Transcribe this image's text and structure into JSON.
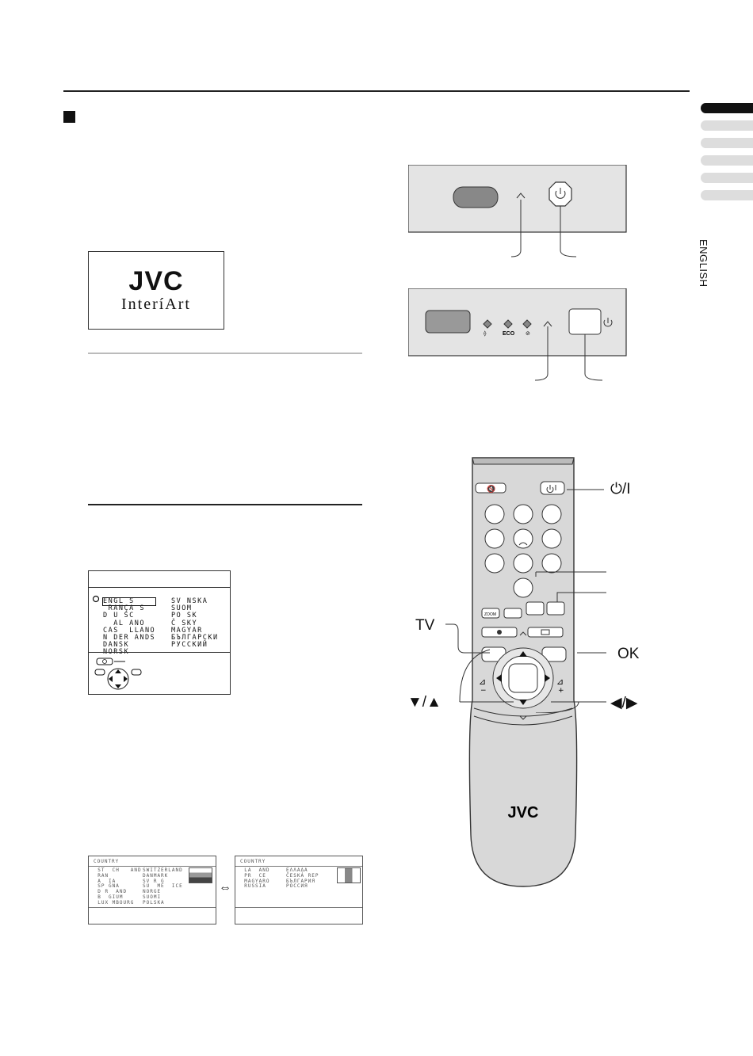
{
  "sidebar": {
    "tabs": [
      "",
      "",
      "",
      "",
      "",
      "",
      ""
    ],
    "active_index": 0,
    "language": "ENGLISH"
  },
  "logo_screen": {
    "brand": "JVC",
    "subtitle": "InteríArt"
  },
  "language_menu": {
    "col1": [
      "ENGL S ",
      " RANÇA S",
      "D U SC ",
      "  AL ANO",
      "CAS  LLANO",
      "N DER ANDS",
      "DANSK",
      "NORSK"
    ],
    "col2": [
      "SV NSKA",
      "SUOM",
      "PO SK",
      "Č SKY",
      "MAGYAR",
      "БЪЛГАРСКИ",
      "РУССКИЙ"
    ]
  },
  "country_menu_left": {
    "title": "COUNTRY",
    "col1": [
      "  ST  CH   AND",
      "  RAN  ",
      "  A  IA",
      "  SP GNA",
      "  D R  AND",
      "  B  GIUM",
      "  LUX MBOURG"
    ],
    "col2": [
      "SWITZERLAND",
      "DANMARK",
      "SV R G",
      "SU  ME  ICE",
      "NORGE",
      "SUOMI",
      "POLSKA"
    ]
  },
  "country_menu_right": {
    "title": "COUNTRY",
    "col1": [
      "  LA  AND",
      "  PR  CE",
      "  MAGYARO",
      "  RUSSIA"
    ],
    "col2": [
      "ΕΛΛΑΔΑ",
      "ČESKÁ REP",
      "БЪЛГАРИЯ",
      "РОССИЯ"
    ]
  },
  "remote": {
    "brand": "JVC",
    "labels": {
      "power": "⏻/I",
      "tv": "TV",
      "ok": "OK",
      "up_down": "▼/▲",
      "left_right": "◀/▶"
    },
    "front_panel_label": "ECO"
  },
  "arrow_symbol": "⇔"
}
